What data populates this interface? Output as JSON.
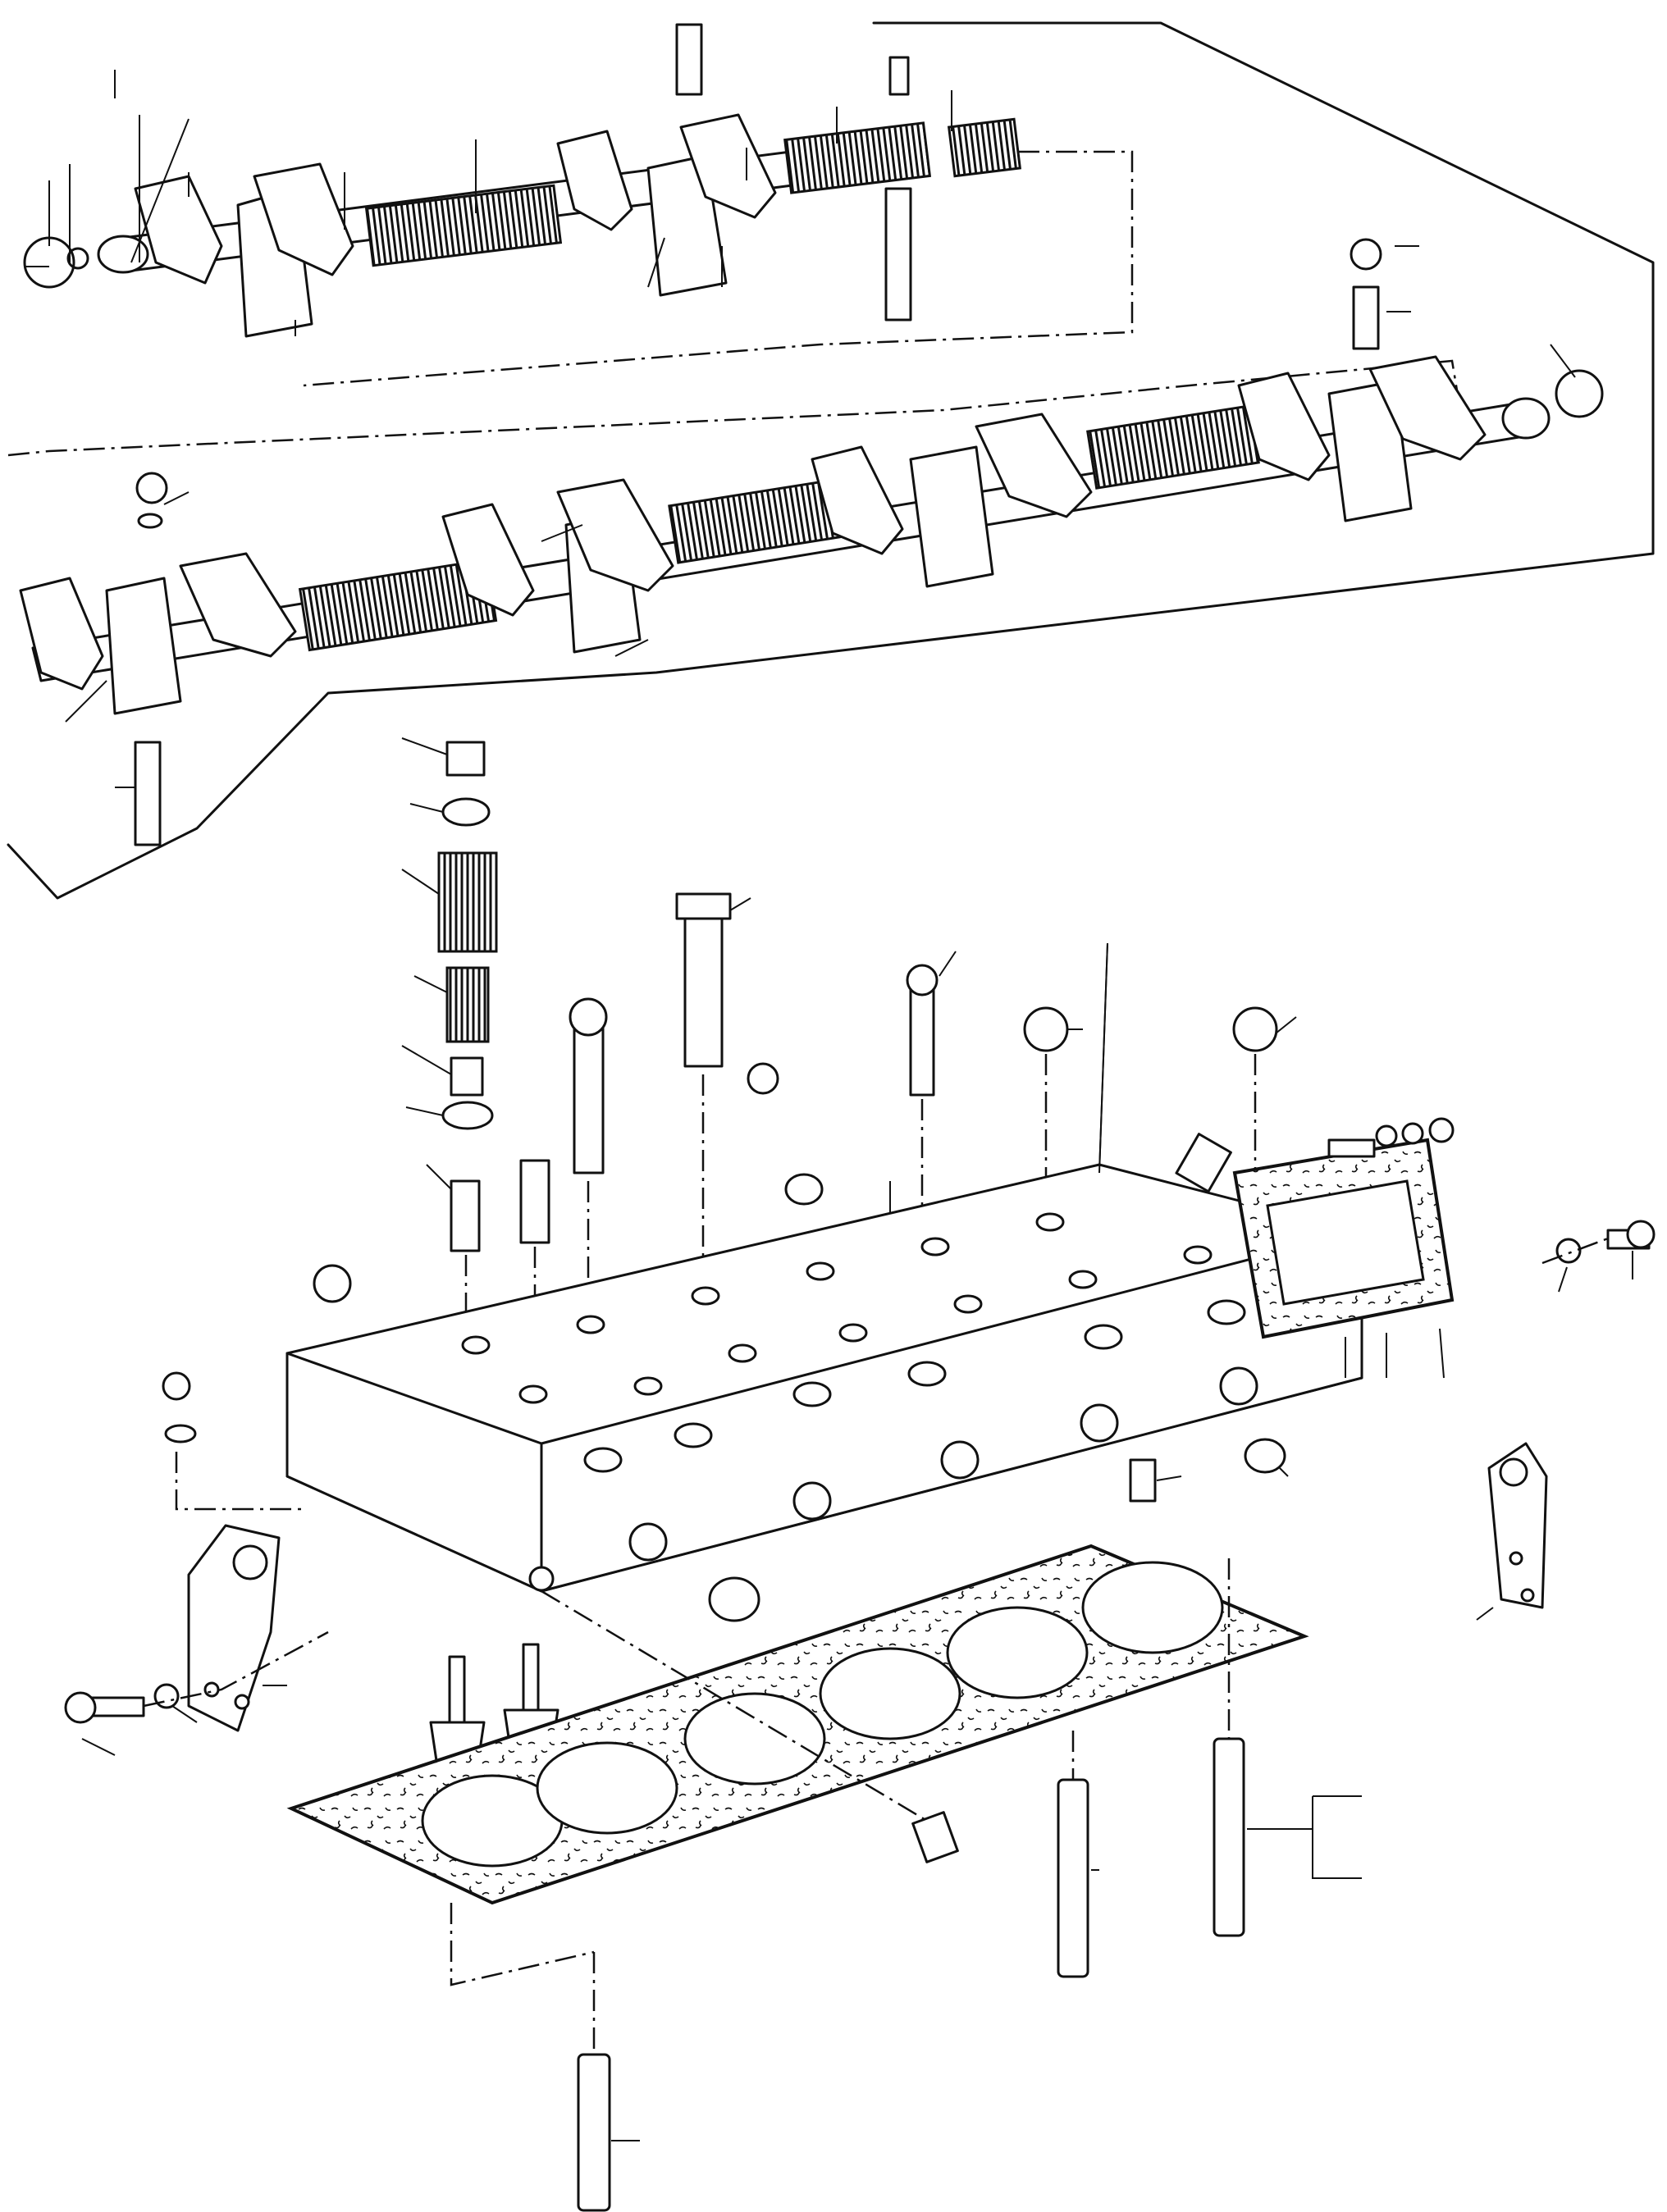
{
  "diagram": {
    "kind": "exploded parts view",
    "subject_icon": "cylinder-head-assembly-icon",
    "groups": [
      {
        "name": "rocker-shaft-rear",
        "icon": "rocker-arm-shaft-icon"
      },
      {
        "name": "rocker-shaft-front",
        "icon": "rocker-arm-shaft-icon"
      },
      {
        "name": "valve-train",
        "icon": "valve-spring-icon"
      },
      {
        "name": "cylinder-head",
        "icon": "cylinder-head-icon"
      },
      {
        "name": "head-gasket",
        "icon": "gasket-icon"
      },
      {
        "name": "studs-and-bolts",
        "icon": "stud-icon"
      },
      {
        "name": "lifting-brackets",
        "icon": "lifting-eye-icon"
      }
    ],
    "line_color": "#111111",
    "background_color": "#ffffff"
  }
}
